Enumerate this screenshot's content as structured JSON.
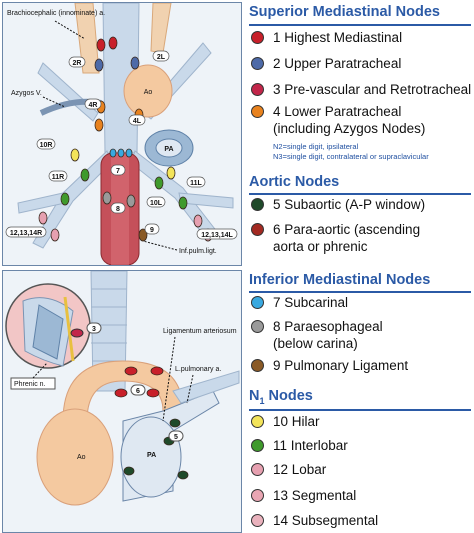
{
  "colors": {
    "accent": "#2b5aa6",
    "red": "#c8202a",
    "blue": "#4d6aa8",
    "crimson": "#c2264a",
    "orange": "#e8821e",
    "darkgreen": "#1f4a2a",
    "darkred": "#a32a22",
    "cyan": "#39a9e0",
    "gray": "#9a9a9a",
    "brown": "#8a5a26",
    "yellow": "#f3e45a",
    "green": "#3f9a2c",
    "pink": "#e6a0b0",
    "palepink": "#e9a6b3",
    "lightpink": "#eab2bd"
  },
  "diagram_top": {
    "labels": {
      "brachiocephalic": "Brachiocephalic (innominate) a.",
      "azygos": "Azygos V.",
      "ao": "Ao",
      "pa": "PA",
      "inf_pulm_ligt": "Inf.pulm.ligt."
    },
    "nodes": {
      "n2R": "2R",
      "n2L": "2L",
      "n4R": "4R",
      "n4L": "4L",
      "n10R": "10R",
      "n11R": "11R",
      "n11L": "11L",
      "n10L": "10L",
      "n7": "7",
      "n8": "8",
      "n9": "9",
      "n12R": "12,13,14R",
      "n12L": "12,13,14L"
    }
  },
  "diagram_bottom": {
    "labels": {
      "phrenic": "Phrenic n.",
      "ligamentum": "Ligamentum arteriosum",
      "lpulm": "L.pulmonary a.",
      "ao": "Ao",
      "pa": "PA"
    },
    "nodes": {
      "n3": "3",
      "n6": "6",
      "n5": "5"
    }
  },
  "legend": {
    "superior": {
      "title": "Superior Mediastinal Nodes",
      "items": [
        {
          "text": "1 Highest Mediastinal"
        },
        {
          "text": "2 Upper Paratracheal"
        },
        {
          "text": "3 Pre-vascular and Retrotracheal"
        },
        {
          "text": "4 Lower Paratracheal"
        },
        {
          "text": "(including Azygos Nodes)"
        }
      ],
      "note1": "N2=single digit, ipsilateral",
      "note2": "N3=single digit, contralateral or supraclavicular"
    },
    "aortic": {
      "title": "Aortic Nodes",
      "items": [
        {
          "text": "5  Subaortic (A-P window)"
        },
        {
          "text": "6  Para-aortic (ascending"
        },
        {
          "text": "aorta or phrenic"
        }
      ]
    },
    "inferior": {
      "title": "Inferior Mediastinal Nodes",
      "items": [
        {
          "text": "7 Subcarinal"
        },
        {
          "text": "8  Paraesophageal"
        },
        {
          "text": "(below carina)"
        },
        {
          "text": "9  Pulmonary Ligament"
        }
      ]
    },
    "n1": {
      "title_main": "N",
      "title_sub": "1",
      "title_rest": " Nodes",
      "items": [
        {
          "text": "10 Hilar"
        },
        {
          "text": "11 Interlobar"
        },
        {
          "text": "12  Lobar"
        },
        {
          "text": "13  Segmental"
        },
        {
          "text": "14 Subsegmental"
        }
      ]
    }
  }
}
